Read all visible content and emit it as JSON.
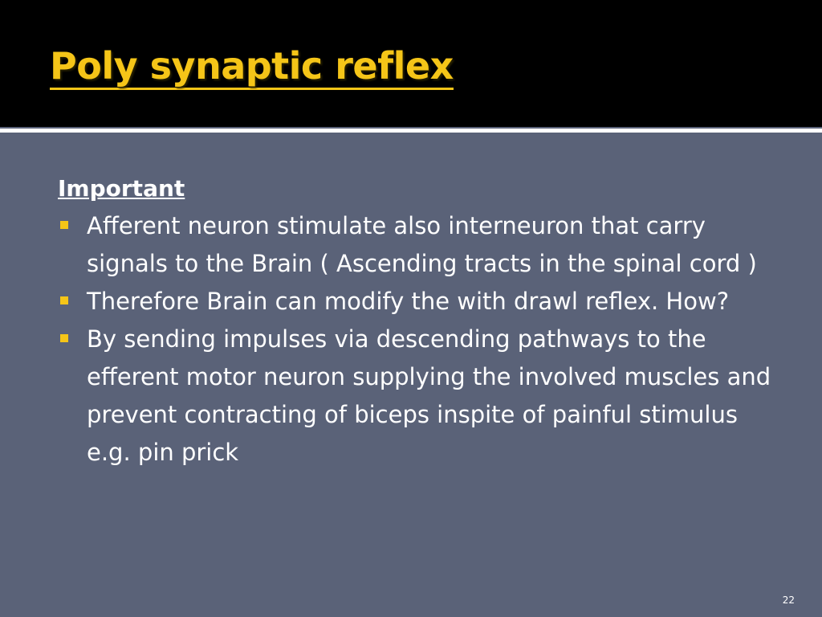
{
  "slide": {
    "title": "Poly synaptic reflex",
    "subheading": "Important",
    "bullets": [
      {
        "text": "Afferent neuron stimulate also interneuron that carry signals to the Brain ( Ascending tracts in the spinal cord )"
      },
      {
        "text": "Therefore Brain can modify the with drawl reflex. How?"
      },
      {
        "text": "By sending impulses via descending pathways to the efferent motor neuron supplying the involved muscles and prevent contracting of biceps inspite of painful stimulus e.g. pin prick"
      }
    ],
    "page_number": "22"
  },
  "colors": {
    "title": "#f5c518",
    "background": "#5a6278",
    "header_background": "#000000",
    "bullet": "#f5c518",
    "text": "#ffffff"
  }
}
